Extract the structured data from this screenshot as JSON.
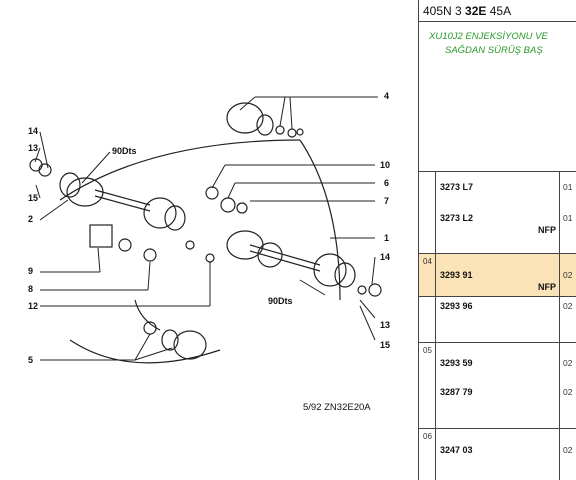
{
  "diagram": {
    "callouts": [
      "14",
      "13",
      "15",
      "2",
      "90Dts",
      "4",
      "10",
      "6",
      "7",
      "1",
      "9",
      "8",
      "12",
      "14",
      "90Dts",
      "13",
      "15",
      "5"
    ],
    "footer": "5/92  ZN32E20A"
  },
  "header": {
    "ref_prefix": "405N 3 ",
    "ref_bold": "32E",
    "ref_suffix": " 45A"
  },
  "description": {
    "line1": "XU10J2 ENJEKSİYONU VE",
    "line2": "SAĞDAN SÜRÜŞ BAŞ"
  },
  "groups": [
    {
      "num": "",
      "rows": [
        {
          "pn": "3273 L7",
          "qty": "01",
          "nfp": ""
        },
        {
          "pn": "3273 L2",
          "qty": "01",
          "nfp": "NFP"
        }
      ]
    },
    {
      "num": "04",
      "rows": [
        {
          "pn": "3293 91",
          "qty": "02",
          "nfp": "NFP"
        },
        {
          "pn": "3293 96",
          "qty": "02",
          "nfp": ""
        }
      ]
    },
    {
      "num": "05",
      "rows": [
        {
          "pn": "3293 59",
          "qty": "02",
          "nfp": ""
        },
        {
          "pn": "3287 79",
          "qty": "02",
          "nfp": ""
        }
      ]
    },
    {
      "num": "06",
      "rows": [
        {
          "pn": "3247 03",
          "qty": "02",
          "nfp": ""
        }
      ]
    }
  ],
  "colors": {
    "highlight": "#fbe3b8",
    "description_text": "#2a9a2a"
  }
}
